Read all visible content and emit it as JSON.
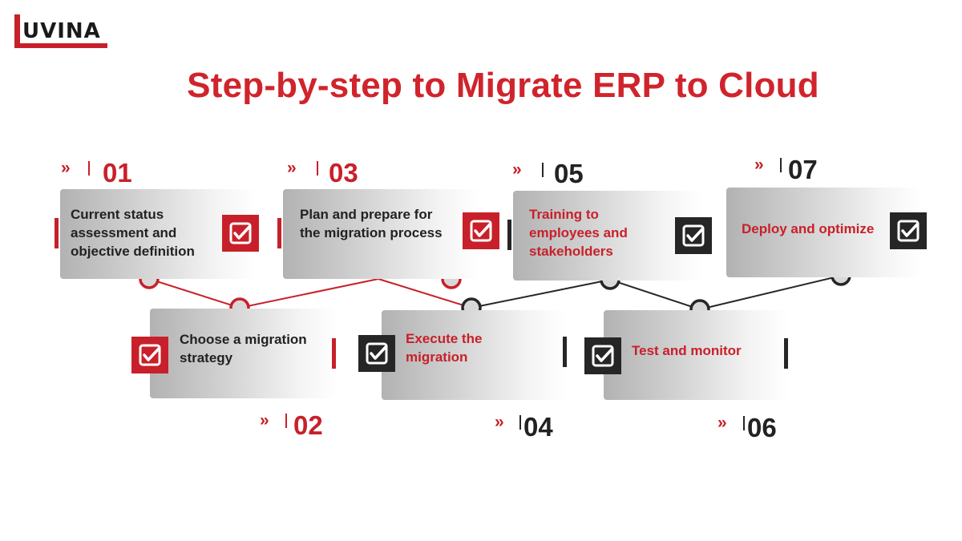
{
  "brand": {
    "logo_text": "UVINA"
  },
  "title": "Step-by-step to Migrate ERP to Cloud",
  "colors": {
    "accent": "#c8202a",
    "dark": "#262626",
    "card_start": "#b2b2b2",
    "card_end": "#ffffff"
  },
  "chevron": "»",
  "steps": [
    {
      "number": "01",
      "label": "Current status assessment and objective definition",
      "theme": "red"
    },
    {
      "number": "02",
      "label": "Choose a migration strategy",
      "theme": "red"
    },
    {
      "number": "03",
      "label": "Plan and prepare for the migration process",
      "theme": "red"
    },
    {
      "number": "04",
      "label": "Execute the migration",
      "theme": "dark"
    },
    {
      "number": "05",
      "label": "Training to employees and stakeholders",
      "theme": "dark"
    },
    {
      "number": "06",
      "label": "Test and monitor",
      "theme": "dark"
    },
    {
      "number": "07",
      "label": "Deploy and optimize",
      "theme": "dark"
    }
  ],
  "icons": {
    "step_icon": "checkbox-checked-icon",
    "step_marker": "double-chevron-right-icon"
  }
}
